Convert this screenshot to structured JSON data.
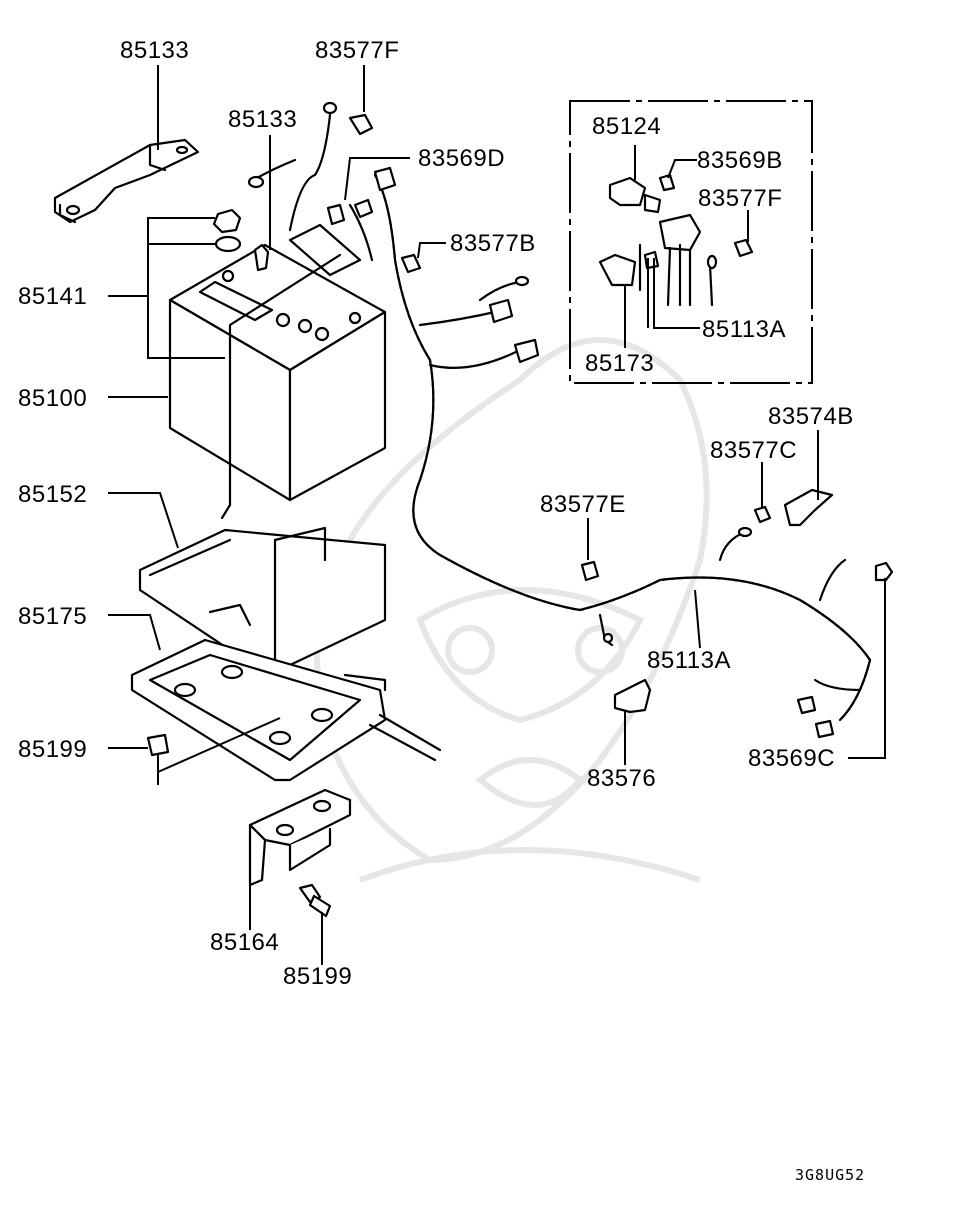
{
  "labels": {
    "85133_a": "85133",
    "83577F_a": "83577F",
    "85133_b": "85133",
    "83569D": "83569D",
    "83577B": "83577B",
    "85141": "85141",
    "85100": "85100",
    "85152": "85152",
    "85175": "85175",
    "85199_a": "85199",
    "85164": "85164",
    "85199_b": "85199",
    "83577E": "83577E",
    "85113A_main": "85113A",
    "83576": "83576",
    "83577C": "83577C",
    "83574B": "83574B",
    "83569C": "83569C",
    "85124": "85124",
    "83569B": "83569B",
    "83577F_b": "83577F",
    "85113A_inset": "85113A",
    "85173": "85173"
  },
  "diagram_code": "3G8UG52"
}
